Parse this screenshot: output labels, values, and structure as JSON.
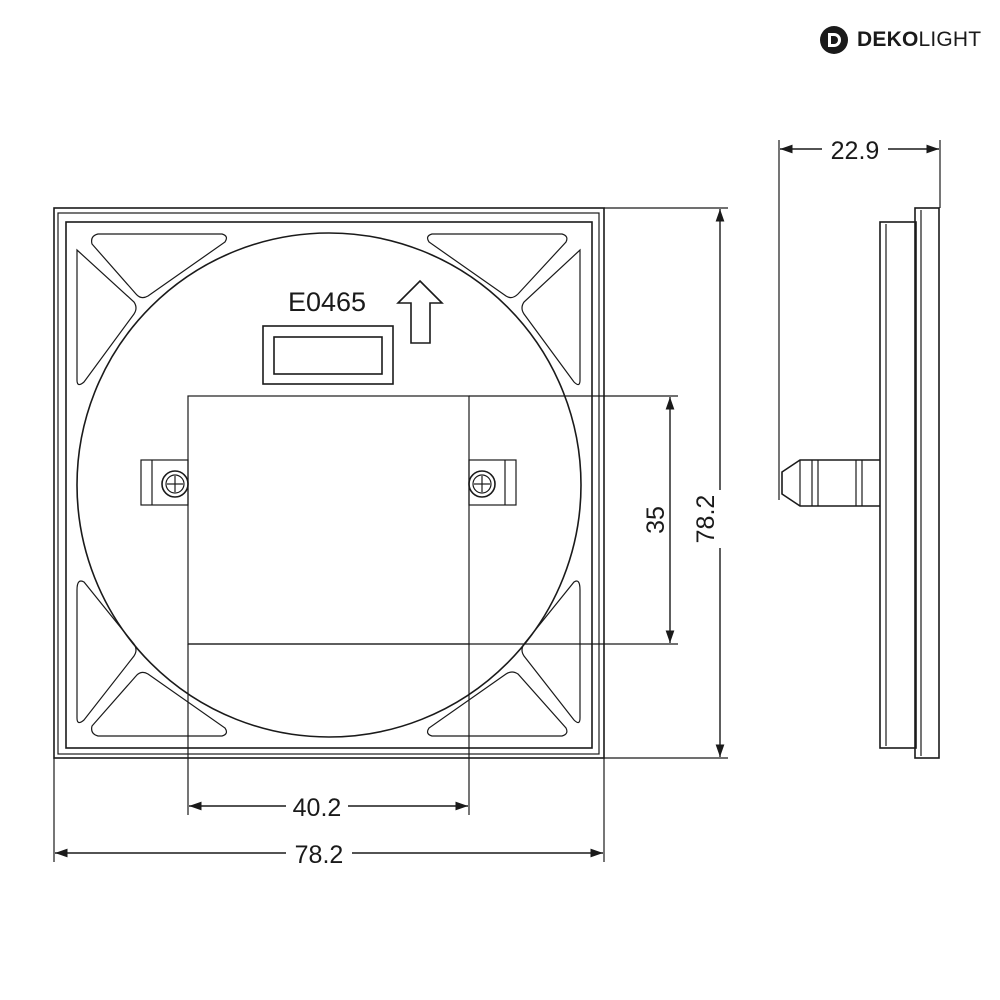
{
  "logo": {
    "brand_bold": "DEKO",
    "brand_light": "LIGHT",
    "icon": "deko-d-logo-icon"
  },
  "product_code": "E0465",
  "orientation_icon": "arrow-up-icon",
  "dimensions": {
    "front_width": "78.2",
    "front_height": "78.2",
    "mount_width": "40.2",
    "mount_height": "35",
    "depth": "22.9"
  },
  "units_note": ""
}
